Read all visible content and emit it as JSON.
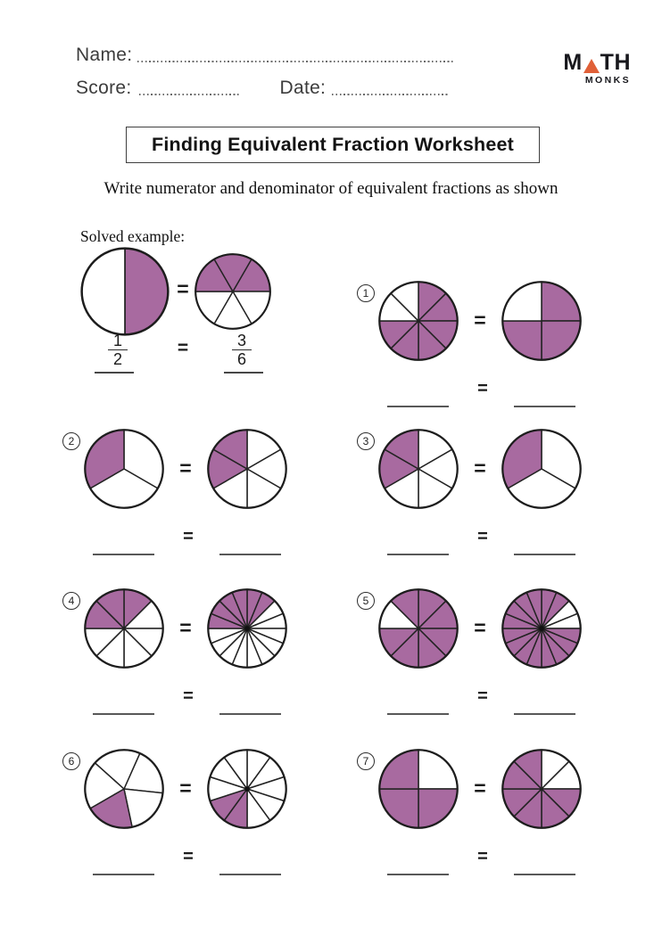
{
  "header": {
    "name_label": "Name:",
    "score_label": "Score:",
    "date_label": "Date:",
    "logo": {
      "top_left": "M",
      "top_right": "TH",
      "bottom": "MONKS",
      "triangle_color": "#e06038"
    }
  },
  "title": "Finding Equivalent Fraction Worksheet",
  "instruction": "Write numerator and denominator of equivalent fractions as shown",
  "equals": "=",
  "colors": {
    "pie_shade": "#a86aa0",
    "pie_stroke": "#232323"
  },
  "example": {
    "label": "Solved example:",
    "left_fraction": {
      "numerator": "1",
      "denominator": "2"
    },
    "right_fraction": {
      "numerator": "3",
      "denominator": "6"
    },
    "left_pie": {
      "n": 2,
      "start": 0,
      "shaded": [
        0
      ]
    },
    "right_pie": {
      "n": 6,
      "start": 30,
      "shaded": [
        0,
        4,
        5
      ]
    }
  },
  "problems": [
    {
      "number": "1",
      "left_pie": {
        "n": 8,
        "start": 0,
        "shaded": [
          0,
          1,
          2,
          3,
          4,
          5
        ]
      },
      "right_pie": {
        "n": 4,
        "start": 0,
        "shaded": [
          0,
          1,
          2
        ]
      }
    },
    {
      "number": "2",
      "left_pie": {
        "n": 3,
        "start": 0,
        "shaded": [
          2
        ]
      },
      "right_pie": {
        "n": 6,
        "start": 0,
        "shaded": [
          4,
          5
        ]
      }
    },
    {
      "number": "3",
      "left_pie": {
        "n": 6,
        "start": 0,
        "shaded": [
          4,
          5
        ]
      },
      "right_pie": {
        "n": 3,
        "start": 0,
        "shaded": [
          2
        ]
      }
    },
    {
      "number": "4",
      "left_pie": {
        "n": 8,
        "start": 0,
        "shaded": [
          0,
          6,
          7
        ]
      },
      "right_pie": {
        "n": 16,
        "start": 0,
        "shaded": [
          0,
          1,
          12,
          13,
          14,
          15
        ]
      }
    },
    {
      "number": "5",
      "left_pie": {
        "n": 8,
        "start": 0,
        "shaded": [
          0,
          1,
          2,
          3,
          4,
          5,
          7
        ]
      },
      "right_pie": {
        "n": 16,
        "start": 0,
        "shaded": [
          0,
          1,
          4,
          5,
          6,
          7,
          8,
          9,
          10,
          11,
          12,
          13,
          14,
          15
        ]
      }
    },
    {
      "number": "6",
      "left_pie": {
        "n": 5,
        "start": 24,
        "shaded": [
          2
        ]
      },
      "right_pie": {
        "n": 10,
        "start": 0,
        "shaded": [
          5,
          6
        ]
      }
    },
    {
      "number": "7",
      "left_pie": {
        "n": 4,
        "start": 0,
        "shaded": [
          1,
          2,
          3
        ]
      },
      "right_pie": {
        "n": 8,
        "start": 0,
        "shaded": [
          2,
          3,
          4,
          5,
          6,
          7
        ]
      }
    }
  ]
}
